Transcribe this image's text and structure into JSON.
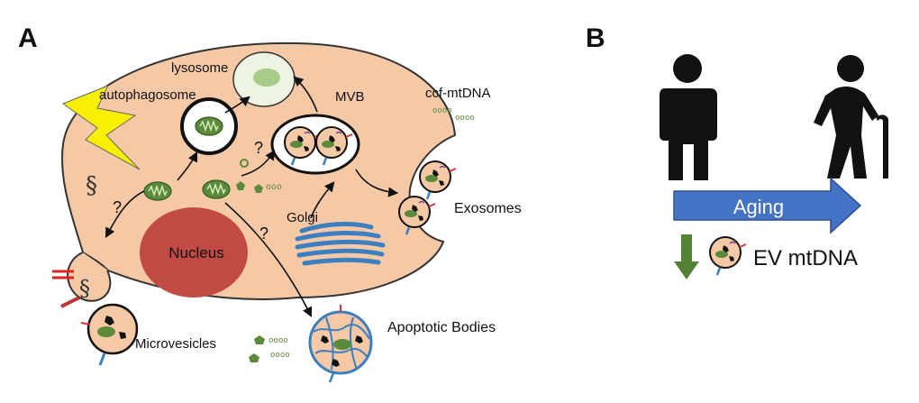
{
  "panels": {
    "a": "A",
    "b": "B"
  },
  "cell": {
    "nucleus": "Nucleus",
    "lysosome": "lysosome",
    "autophagosome": "autophagosome",
    "mvb": "MVB",
    "golgi": "Golgi",
    "q1": "?",
    "q2": "?",
    "q3": "?"
  },
  "outside": {
    "ccf_mtdna": "ccf-mtDNA",
    "exosomes": "Exosomes",
    "microvesicles": "Microvesicles",
    "apoptotic_bodies": "Apoptotic Bodies"
  },
  "panel_b": {
    "aging": "Aging",
    "ev_mtdna": "EV mtDNA"
  },
  "colors": {
    "cytoplasm": "#f6c9a6",
    "nucleus": "#c24a45",
    "mitochondria": "#5a8a3a",
    "golgi": "#3c7fc0",
    "lightning": "#f7f000",
    "aging_arrow": "#4472c4",
    "decrease_arrow": "#548235"
  },
  "icons": [
    "lightning-icon",
    "mitochondrion-icon",
    "dna-coil-icon",
    "adult-person-icon",
    "elderly-person-with-cane-icon",
    "down-arrow-icon",
    "extracellular-vesicle-icon"
  ]
}
